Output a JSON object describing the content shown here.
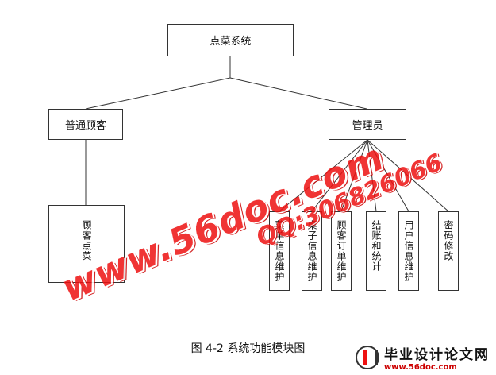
{
  "diagram": {
    "root": {
      "label": "点菜系统"
    },
    "customer": {
      "label": "普通顾客"
    },
    "admin": {
      "label": "管理员"
    },
    "customer_children": [
      {
        "label": "顾客点菜"
      }
    ],
    "admin_children": [
      {
        "label": "菜单信息维护"
      },
      {
        "label": "桌子信息维护"
      },
      {
        "label": "顾客订单维护"
      },
      {
        "label": "结账和统计"
      },
      {
        "label": "用户信息维护"
      },
      {
        "label": "密码修改"
      }
    ]
  },
  "caption": "图  4-2  系统功能模块图",
  "watermark": {
    "site": "www.56doc.com",
    "qq": "QQ:306826066",
    "color": "#e11111"
  },
  "logo": {
    "name": "毕业设计论文网",
    "url": "www.56doc.com"
  }
}
